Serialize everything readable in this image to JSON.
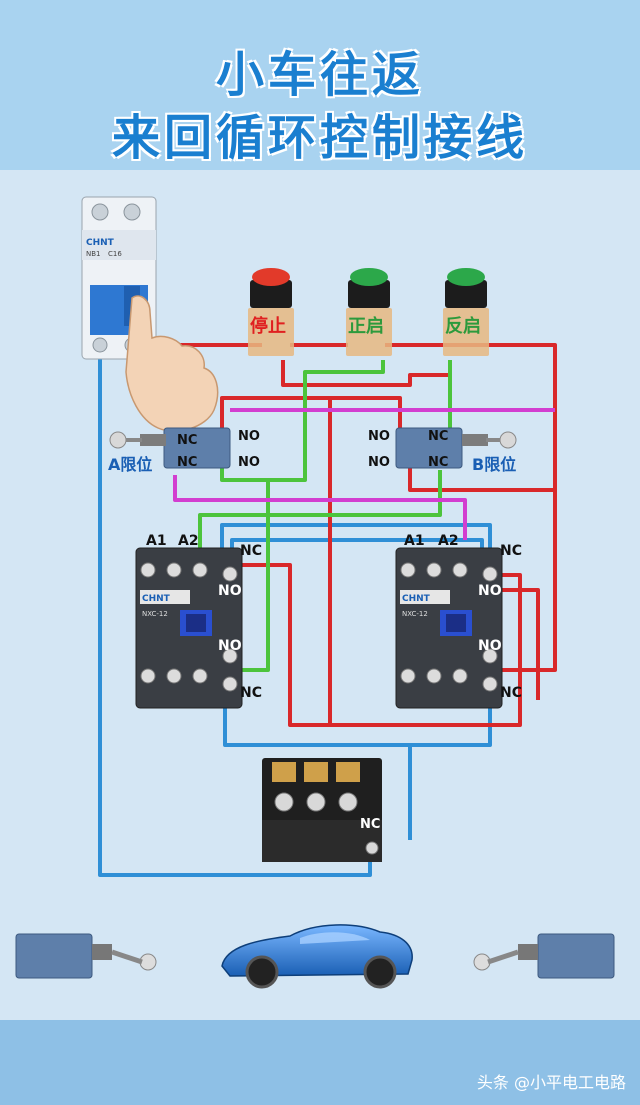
{
  "title": {
    "line1": "小车往返",
    "line2": "来回循环控制接线"
  },
  "breaker": {
    "brand": "CHNT",
    "model": "NB1",
    "rating": "C16"
  },
  "buttons": [
    {
      "label": "停止",
      "cap_color": "#e23a2a",
      "text_color": "#e02020"
    },
    {
      "label": "正启",
      "cap_color": "#2ca84a",
      "text_color": "#2c9a3c"
    },
    {
      "label": "反启",
      "cap_color": "#2ca84a",
      "text_color": "#2c9a3c"
    }
  ],
  "limit_switches": {
    "a": {
      "label": "A限位",
      "nc": "NC",
      "no": "NO"
    },
    "b": {
      "label": "B限位",
      "nc": "NC",
      "no": "NO"
    }
  },
  "contactors": [
    {
      "a1": "A1",
      "a2": "A2",
      "nc_top": "NC",
      "no_top": "NO",
      "no_bottom": "NO",
      "nc_bottom": "NC",
      "brand": "CHNT",
      "model": "NXC-12"
    },
    {
      "a1": "A1",
      "a2": "A2",
      "nc_top": "NC",
      "no_top": "NO",
      "no_bottom": "NO",
      "nc_bottom": "NC",
      "brand": "CHNT",
      "model": "NXC-12"
    }
  ],
  "thermal_relay": {
    "nc": "NC"
  },
  "wire_colors": {
    "red": "#d9282a",
    "green": "#4cc43c",
    "blue": "#2f8fd6",
    "magenta": "#d23ed0"
  },
  "footer": {
    "credit": "头条 @小平电工电路"
  }
}
